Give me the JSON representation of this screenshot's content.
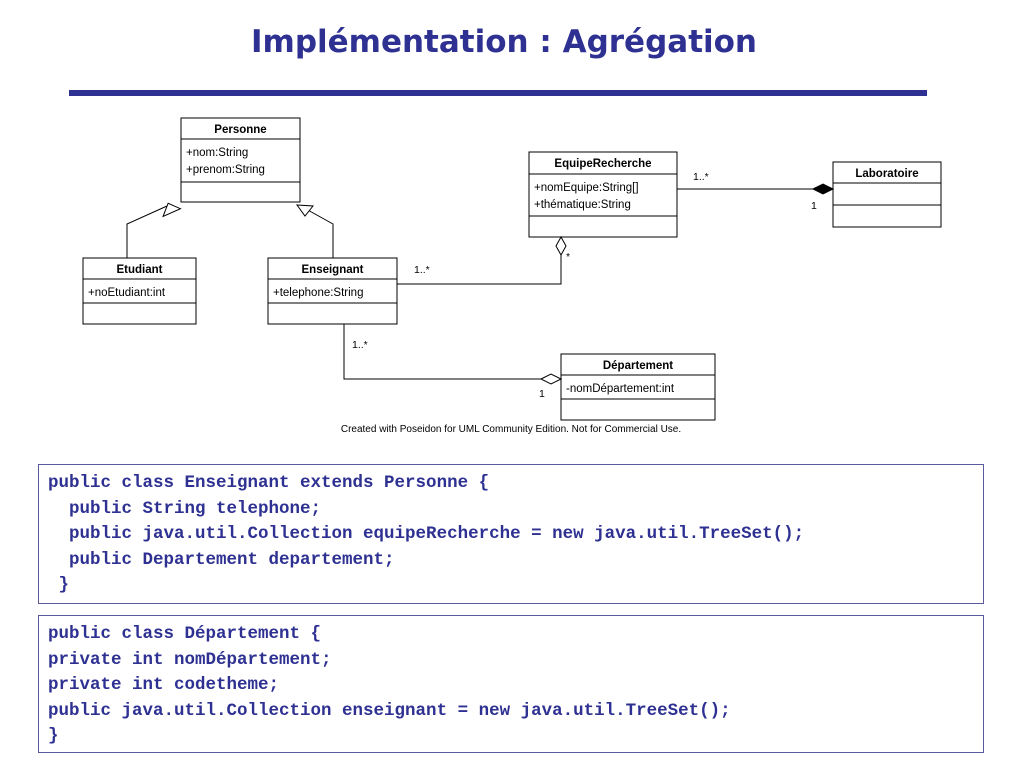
{
  "slide": {
    "title": "Implémentation : Agrégation"
  },
  "diagram": {
    "classes": {
      "personne": {
        "name": "Personne",
        "attributes": [
          "+nom:String",
          "+prenom:String"
        ]
      },
      "etudiant": {
        "name": "Etudiant",
        "attributes": [
          "+noEtudiant:int"
        ]
      },
      "enseignant": {
        "name": "Enseignant",
        "attributes": [
          "+telephone:String"
        ]
      },
      "equipe": {
        "name": "EquipeRecherche",
        "attributes": [
          "+nomEquipe:String[]",
          "+thématique:String"
        ]
      },
      "laboratoire": {
        "name": "Laboratoire",
        "attributes": []
      },
      "departement": {
        "name": "Département",
        "attributes": [
          "-nomDépartement:int"
        ]
      }
    },
    "multiplicities": {
      "equipe_labo_near_equipe": "1..*",
      "equipe_labo_near_labo": "1",
      "enseignant_equipe_near_enseignant": "1..*",
      "enseignant_equipe_near_equipe": "*",
      "enseignant_dept_near_enseignant": "1..*",
      "enseignant_dept_near_dept": "1"
    },
    "footer": "Created with Poseidon for UML Community Edition. Not for Commercial Use."
  },
  "code": {
    "enseignant": [
      "public class Enseignant extends Personne {",
      "  public String telephone;",
      "  public java.util.Collection equipeRecherche = new java.util.TreeSet();",
      "  public Departement departement;",
      " }"
    ],
    "departement": [
      "public class Département {",
      "private int nomDépartement;",
      "private int codetheme;",
      "public java.util.Collection enseignant = new java.util.TreeSet();",
      "}"
    ]
  },
  "colors": {
    "title": "#2e3192",
    "code": "#2e3192",
    "rule": "#2e3192"
  }
}
